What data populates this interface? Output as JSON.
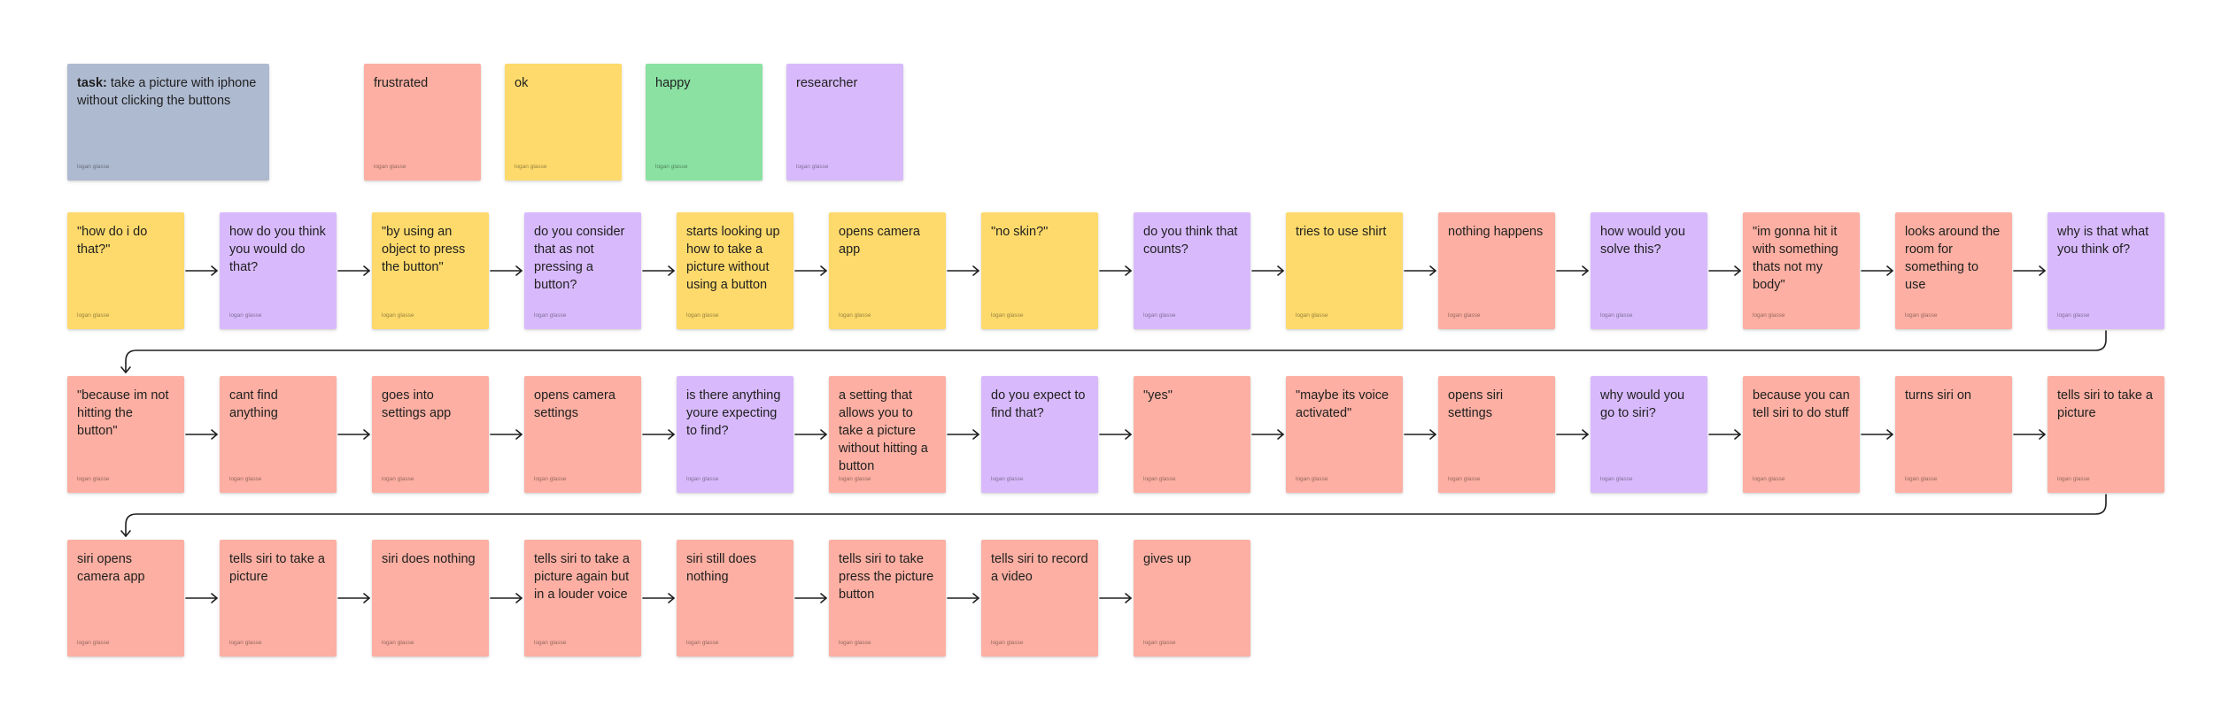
{
  "colors": {
    "frustrated": "#FCAFA2",
    "ok": "#FDDA6B",
    "happy": "#8AE1A2",
    "researcher": "#D8BAFC",
    "task": "#AEBAD0",
    "arrow": "#1e1e1e"
  },
  "author": "logan glasse",
  "task": {
    "label": "task:",
    "text": "take a picture with iphone without clicking the buttons"
  },
  "legend": [
    {
      "label": "frustrated",
      "kind": "frustrated"
    },
    {
      "label": "ok",
      "kind": "ok"
    },
    {
      "label": "happy",
      "kind": "happy"
    },
    {
      "label": "researcher",
      "kind": "researcher"
    }
  ],
  "rows": [
    [
      {
        "text": "\"how do i do that?\"",
        "kind": "ok"
      },
      {
        "text": "how do you think you would do that?",
        "kind": "researcher"
      },
      {
        "text": "\"by using an object to press the button\"",
        "kind": "ok"
      },
      {
        "text": "do you consider that as not pressing a button?",
        "kind": "researcher"
      },
      {
        "text": "starts looking up how to take a picture without using a button",
        "kind": "ok"
      },
      {
        "text": "opens camera app",
        "kind": "ok"
      },
      {
        "text": "\"no skin?\"",
        "kind": "ok"
      },
      {
        "text": "do you think that counts?",
        "kind": "researcher"
      },
      {
        "text": "tries to use shirt",
        "kind": "ok"
      },
      {
        "text": "nothing happens",
        "kind": "frustrated"
      },
      {
        "text": "how would you solve this?",
        "kind": "researcher"
      },
      {
        "text": "\"im gonna hit it with something thats not my body\"",
        "kind": "frustrated"
      },
      {
        "text": "looks around the room for something to use",
        "kind": "frustrated"
      },
      {
        "text": "why is that what you think of?",
        "kind": "researcher"
      }
    ],
    [
      {
        "text": "\"because im not hitting the button\"",
        "kind": "frustrated"
      },
      {
        "text": "cant find anything",
        "kind": "frustrated"
      },
      {
        "text": "goes into settings app",
        "kind": "frustrated"
      },
      {
        "text": "opens camera settings",
        "kind": "frustrated"
      },
      {
        "text": "is there anything youre expecting to find?",
        "kind": "researcher"
      },
      {
        "text": "a setting that allows you to take a picture without hitting a button",
        "kind": "frustrated"
      },
      {
        "text": "do you expect to find that?",
        "kind": "researcher"
      },
      {
        "text": "\"yes\"",
        "kind": "frustrated"
      },
      {
        "text": "\"maybe its voice activated\"",
        "kind": "frustrated"
      },
      {
        "text": "opens siri settings",
        "kind": "frustrated"
      },
      {
        "text": "why would you go to siri?",
        "kind": "researcher"
      },
      {
        "text": "because you can tell siri to do stuff",
        "kind": "frustrated"
      },
      {
        "text": "turns siri on",
        "kind": "frustrated"
      },
      {
        "text": "tells siri to take a picture",
        "kind": "frustrated"
      }
    ],
    [
      {
        "text": "siri opens camera app",
        "kind": "frustrated"
      },
      {
        "text": "tells siri to take a picture",
        "kind": "frustrated"
      },
      {
        "text": "siri does nothing",
        "kind": "frustrated"
      },
      {
        "text": "tells siri to take a picture again but in a louder voice",
        "kind": "frustrated"
      },
      {
        "text": "siri still does nothing",
        "kind": "frustrated"
      },
      {
        "text": "tells siri to take press the picture button",
        "kind": "frustrated"
      },
      {
        "text": "tells siri to record a video",
        "kind": "frustrated"
      },
      {
        "text": "gives up",
        "kind": "frustrated"
      }
    ]
  ]
}
